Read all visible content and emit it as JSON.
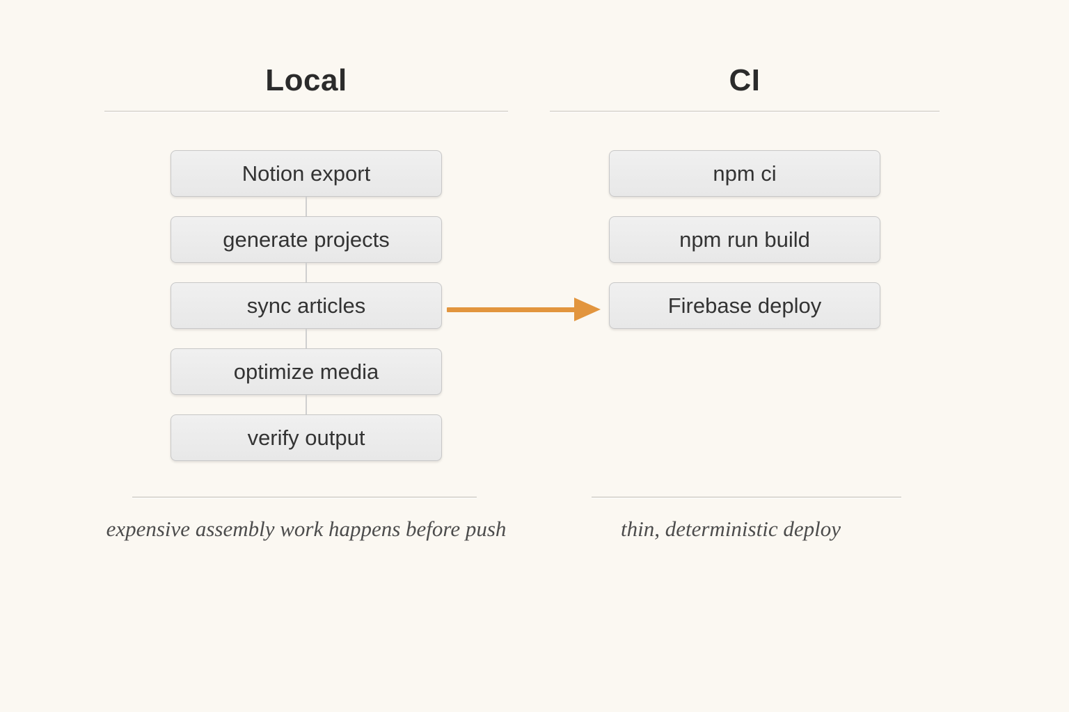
{
  "local": {
    "title": "Local",
    "steps": [
      "Notion export",
      "generate projects",
      "sync articles",
      "optimize media",
      "verify output"
    ],
    "caption": "expensive assembly work happens before push"
  },
  "ci": {
    "title": "CI",
    "steps": [
      "npm ci",
      "npm run build",
      "Firebase deploy"
    ],
    "caption": "thin, deterministic deploy"
  },
  "arrow": {
    "from_step": "sync articles",
    "to_step": "Firebase deploy",
    "color": "#e2953e"
  },
  "colors": {
    "background": "#fbf8f2",
    "box_fill": "#ededed",
    "box_border": "#c7c7c7",
    "box_text": "#333333",
    "heading_text": "#2b2b2b",
    "caption_text": "#4c4c4c",
    "rule": "#e0ddd7",
    "connector": "#cfcfcf"
  }
}
